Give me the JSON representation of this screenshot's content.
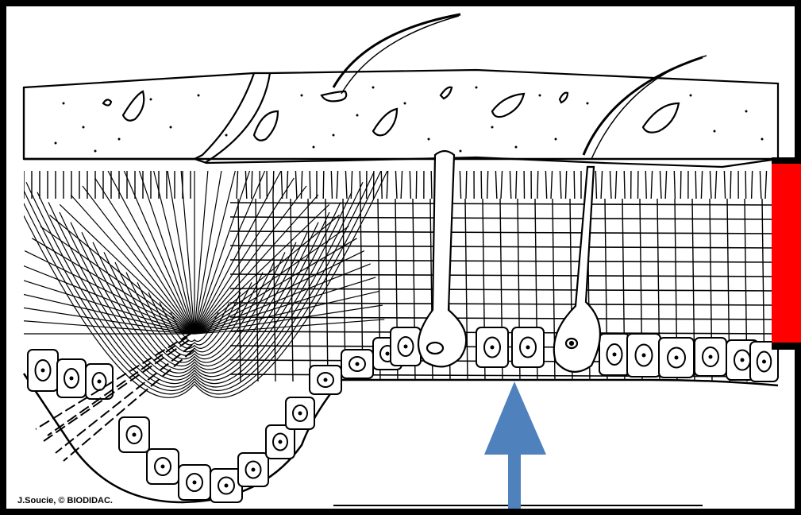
{
  "figure": {
    "credit": "J.Soucie, © BIODIDAC.",
    "subject": "skin cross-section (epidermis with hair follicles)",
    "colors": {
      "frame": "#000000",
      "background": "#ffffff",
      "marker_bar": "#ff0000",
      "arrow": "#4f81bd",
      "ink": "#000000"
    },
    "annotations": {
      "side_bar": {
        "color": "red",
        "meaning_shown": "layer thickness marker"
      },
      "arrow": {
        "direction": "up",
        "color": "blue"
      }
    }
  }
}
